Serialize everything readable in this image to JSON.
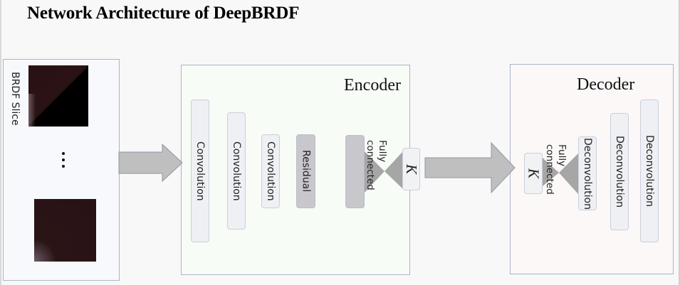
{
  "title": "Network Architecture of DeepBRDF",
  "input": {
    "label": "BRDF Slice",
    "ellipsis": "⋮"
  },
  "encoder": {
    "title": "Encoder",
    "layers": [
      {
        "label": "Convolution",
        "type": "convolution"
      },
      {
        "label": "Convolution",
        "type": "convolution"
      },
      {
        "label": "Convolution",
        "type": "convolution"
      },
      {
        "label": "Residual",
        "type": "residual"
      },
      {
        "label": "",
        "type": "fully-connected-input"
      }
    ],
    "fc_label_line1": "Fully",
    "fc_label_line2": "connected",
    "latent_label": "K"
  },
  "decoder": {
    "title": "Decoder",
    "latent_label": "K",
    "fc_label_line1": "Fully",
    "fc_label_line2": "connected",
    "layers": [
      {
        "label": "Deconvolution",
        "type": "deconvolution"
      },
      {
        "label": "Deconvolution",
        "type": "deconvolution"
      },
      {
        "label": "Deconvolution",
        "type": "deconvolution"
      }
    ]
  },
  "colors": {
    "panel_border": "#a9b4c8",
    "arrow_fill": "#bfbfbf",
    "arrow_stroke": "#8d96a8",
    "layer_fill": "#eff0f3",
    "residual_fill": "#c8c8cc",
    "fc_wedge": "#a6a6a6"
  }
}
